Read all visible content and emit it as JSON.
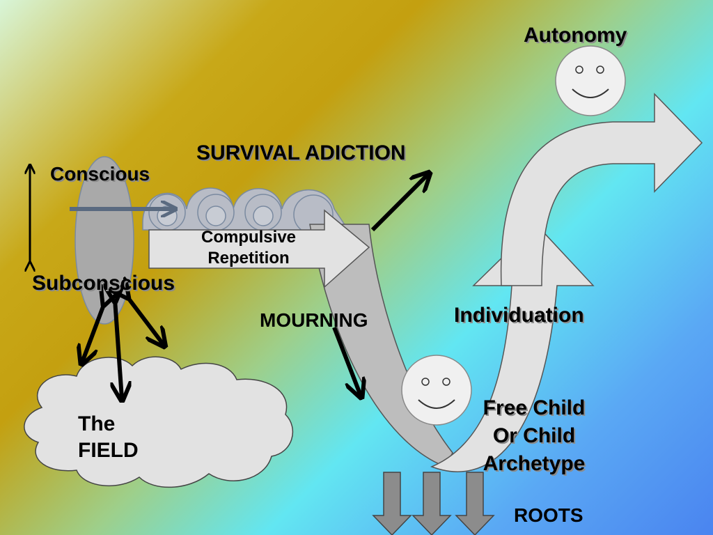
{
  "labels": {
    "autonomy": "Autonomy",
    "survival": "SURVIVAL ADICTION",
    "conscious": "Conscious",
    "compulsive_line1": "Compulsive",
    "compulsive_line2": "Repetition",
    "subconscious": "Subconscious",
    "mourning": "MOURNING",
    "individuation": "Individuation",
    "field_line1": "The",
    "field_line2": "FIELD",
    "free_child_line1": "Free Child",
    "free_child_line2": "Or Child",
    "free_child_line3": "Archetype",
    "roots": "ROOTS"
  },
  "colors": {
    "arrow_light": "#e2e2e2",
    "arrow_dark": "#bdbdbd",
    "oval": "#a9a9a9",
    "loops": "#b8bcc6",
    "loop_stroke": "#7a8aa0",
    "ink": "#000000",
    "face": "#f0f0f0",
    "cloud": "#e2e2e2"
  }
}
